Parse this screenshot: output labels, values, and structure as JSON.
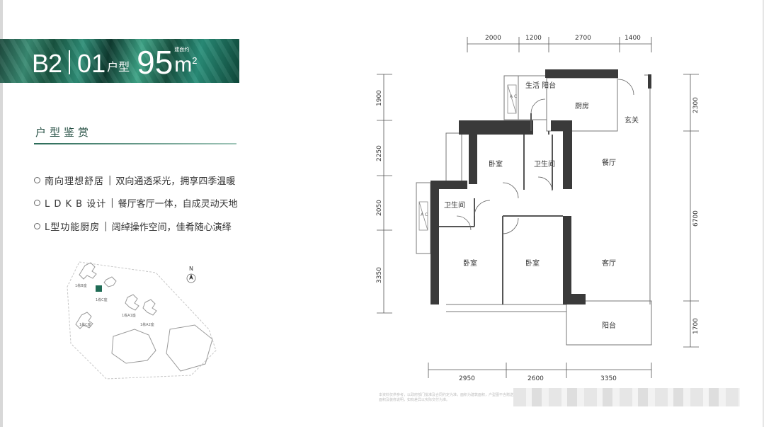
{
  "banner": {
    "code": "B2",
    "unit": "01",
    "type_label": "户型",
    "area": "95",
    "area_note": "建面约",
    "area_unit": "m",
    "area_exp": "2"
  },
  "section": {
    "title": "户型鉴赏"
  },
  "features": [
    {
      "title": "南向理想舒居",
      "desc": "双向通透采光，拥享四季温暖"
    },
    {
      "title": "L D K B 设计",
      "desc": "餐厅客厅一体，自成灵动天地"
    },
    {
      "title": "L型功能厨房",
      "desc": "阔绰操作空间，佳肴随心演绎"
    }
  ],
  "siteplan": {
    "north": "N",
    "labels": [
      "1栋B座",
      "1栋C座",
      "1栋C座",
      "1栋A1座",
      "1栋A2座"
    ]
  },
  "dimensions": {
    "top": [
      "2000",
      "1200",
      "2700",
      "1400"
    ],
    "bottom": [
      "2950",
      "2600",
      "3350"
    ],
    "left": [
      "1900",
      "2250",
      "2050",
      "3350"
    ],
    "right": [
      "2300",
      "6700",
      "1700"
    ]
  },
  "rooms": {
    "balcony_service": "生活\n阳台",
    "kitchen": "厨房",
    "entrance": "玄关",
    "bedroom1": "卧室",
    "bath1": "卫生间",
    "dining": "餐厅",
    "bath2": "卫生间",
    "bedroom2": "卧室",
    "bedroom3": "卧室",
    "living": "客厅",
    "balcony": "阳台",
    "ac": "A C"
  },
  "watermark": "本资料仅供参考，以政府部门批准及合同约定为准，面积为建筑面积，户型图不含赠送面积及装修说明，如有差异以实际交付为准。"
}
